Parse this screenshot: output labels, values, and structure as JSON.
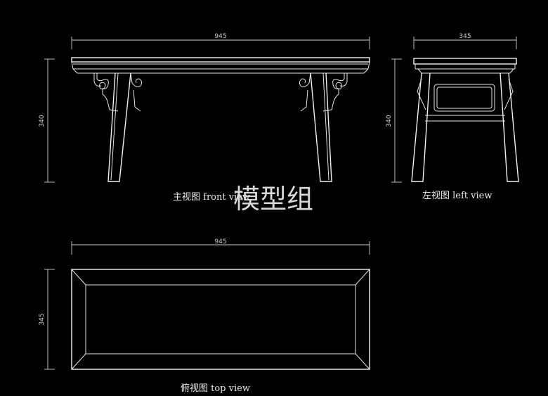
{
  "views": {
    "front": {
      "caption": "主视图   front view",
      "width_dim": "945",
      "height_dim": "340"
    },
    "left": {
      "caption": "左视图   left view",
      "width_dim": "345",
      "height_dim": "340"
    },
    "top": {
      "caption": "俯视图   top view",
      "width_dim": "945",
      "depth_dim": "345"
    }
  },
  "watermark": "模型组",
  "colors": {
    "background": "#000000",
    "line": "#e6e6e6"
  }
}
